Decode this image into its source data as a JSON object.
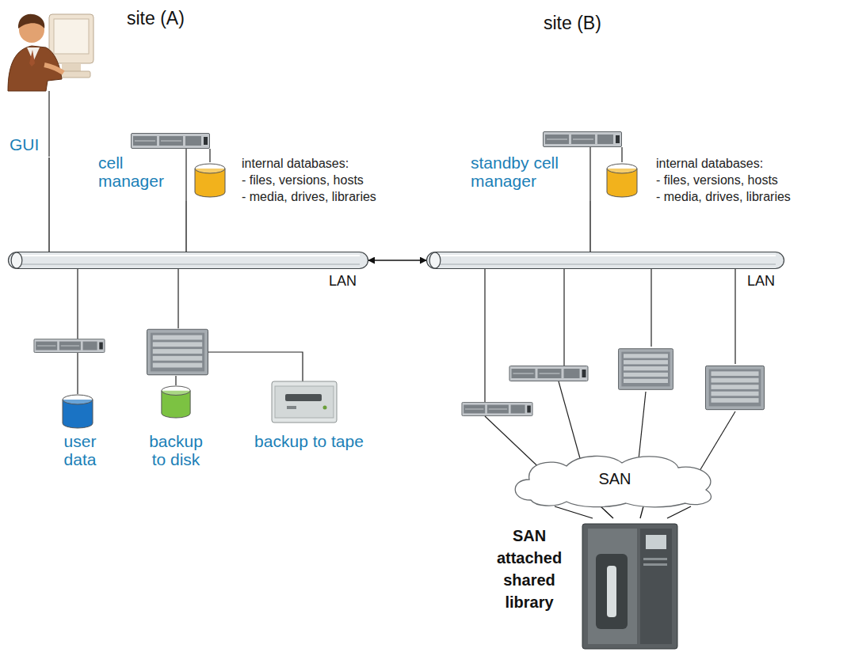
{
  "diagram": {
    "nodes": [
      {
        "text": [
          "GUI"
        ]
      },
      {
        "text": [
          "cell manager"
        ]
      },
      {
        "text": [
          "LAN"
        ]
      },
      {
        "text": [
          "user data"
        ]
      },
      {
        "text": [
          "backup to disk"
        ]
      },
      {
        "text": [
          "backup to tape"
        ]
      },
      {
        "text": [
          "standby cell manager"
        ]
      },
      {
        "text": [
          "LAN"
        ]
      },
      {
        "text": [
          "SAN"
        ]
      },
      {
        "text": [
          "SAN attached shared library"
        ]
      }
    ],
    "edges": [
      {
        "from": 0,
        "to": 2,
        "arrow": "none"
      },
      {
        "from": 1,
        "to": 2,
        "arrow": "none"
      },
      {
        "from": 2,
        "to": 7,
        "arrow": "both"
      },
      {
        "from": 6,
        "to": 7,
        "arrow": "none"
      },
      {
        "from": 8,
        "to": 9,
        "arrow": "none"
      }
    ],
    "labels": [
      "site (A)",
      "site (B)",
      "internal databases:",
      "- files, versions, hosts",
      "- media, drives, libraries",
      "internal databases:",
      "- files, versions, hosts",
      "- media, drives, libraries"
    ]
  }
}
